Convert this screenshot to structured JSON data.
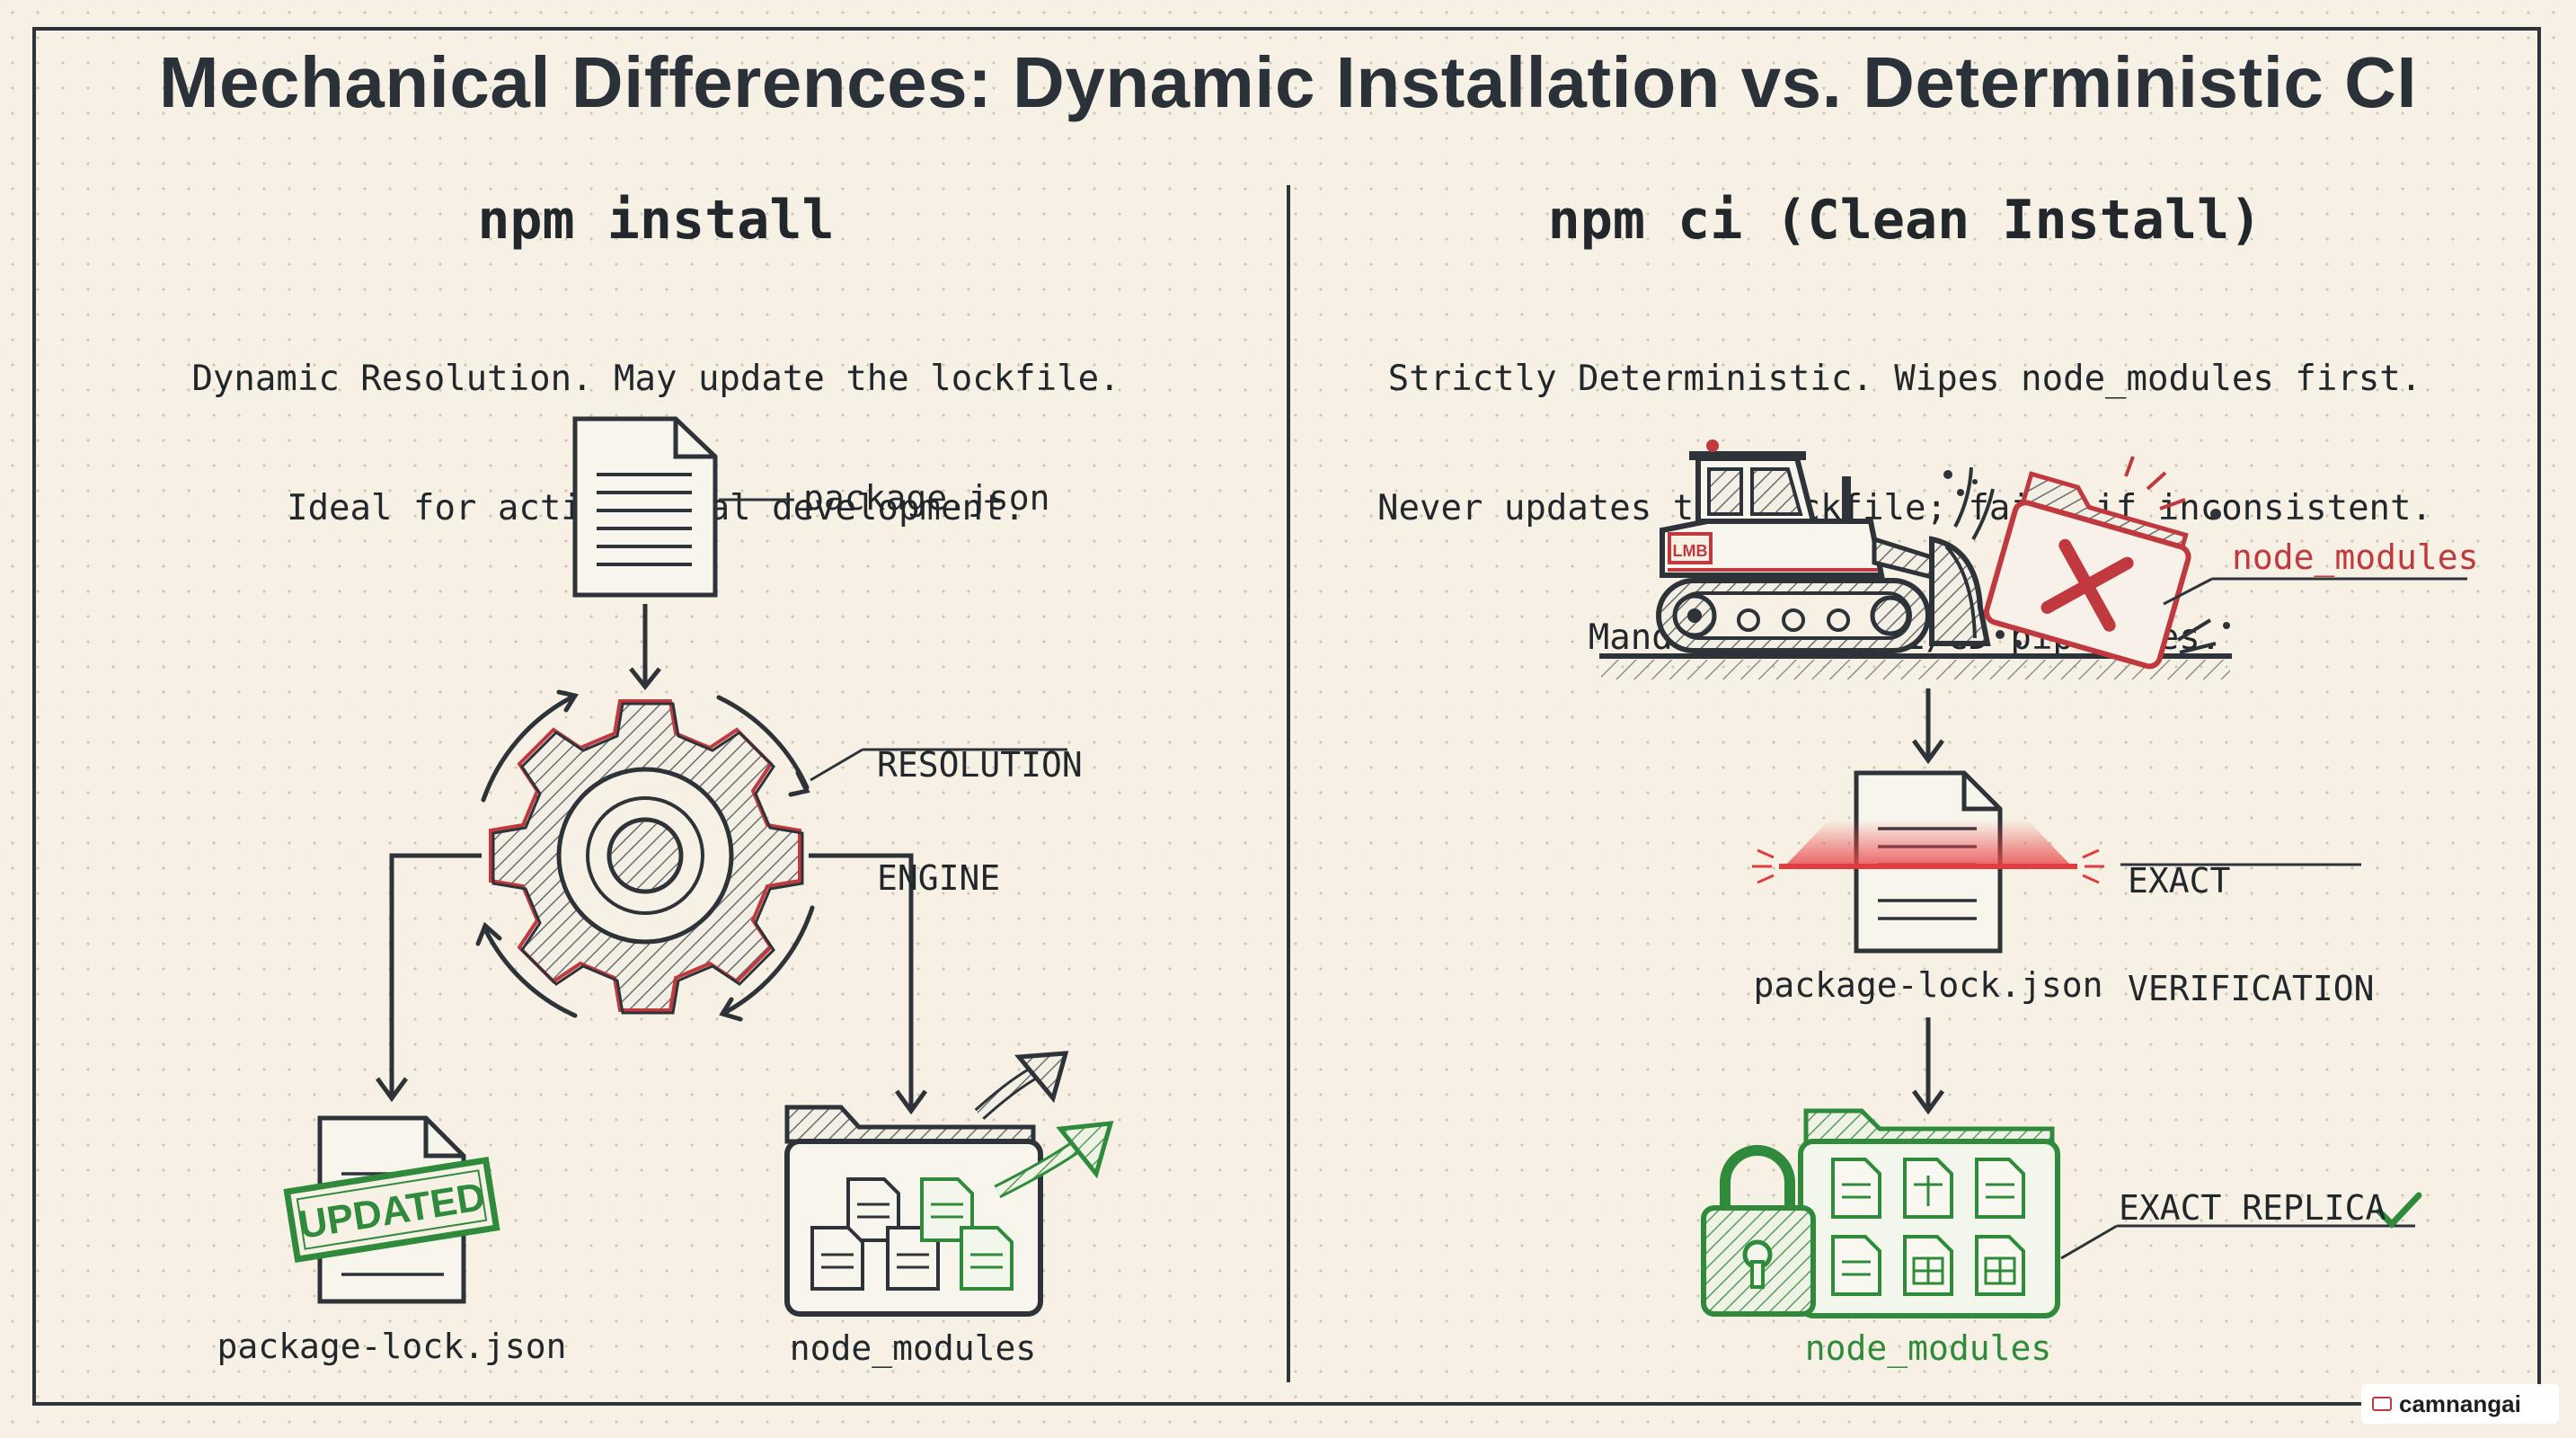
{
  "title": "Mechanical Differences: Dynamic Installation vs. Deterministic CI",
  "left": {
    "heading": "npm install",
    "description": [
      "Dynamic Resolution. May update the lockfile.",
      "Ideal for active local development."
    ],
    "labels": {
      "package_json": "package.json",
      "engine_line1": "RESOLUTION",
      "engine_line2": "ENGINE",
      "stamp": "UPDATED",
      "lockfile": "package-lock.json",
      "node_modules": "node_modules"
    }
  },
  "right": {
    "heading": "npm ci (Clean Install)",
    "description": [
      "Strictly Deterministic. Wipes node_modules first.",
      "Never updates the lockfile; fails if inconsistent.",
      "Mandatory for CI/CD pipelines."
    ],
    "labels": {
      "bulldozer_badge": "LMB",
      "wiped_folder": "node_modules",
      "verify_line1": "EXACT",
      "verify_line2": "VERIFICATION",
      "lockfile": "package-lock.json",
      "replica": "EXACT REPLICA",
      "node_modules": "node_modules"
    }
  },
  "watermark": "camnangai",
  "colors": {
    "ink": "#2d3338",
    "red": "#c0393e",
    "green": "#2f8a3c",
    "background": "#f6f1e4"
  }
}
